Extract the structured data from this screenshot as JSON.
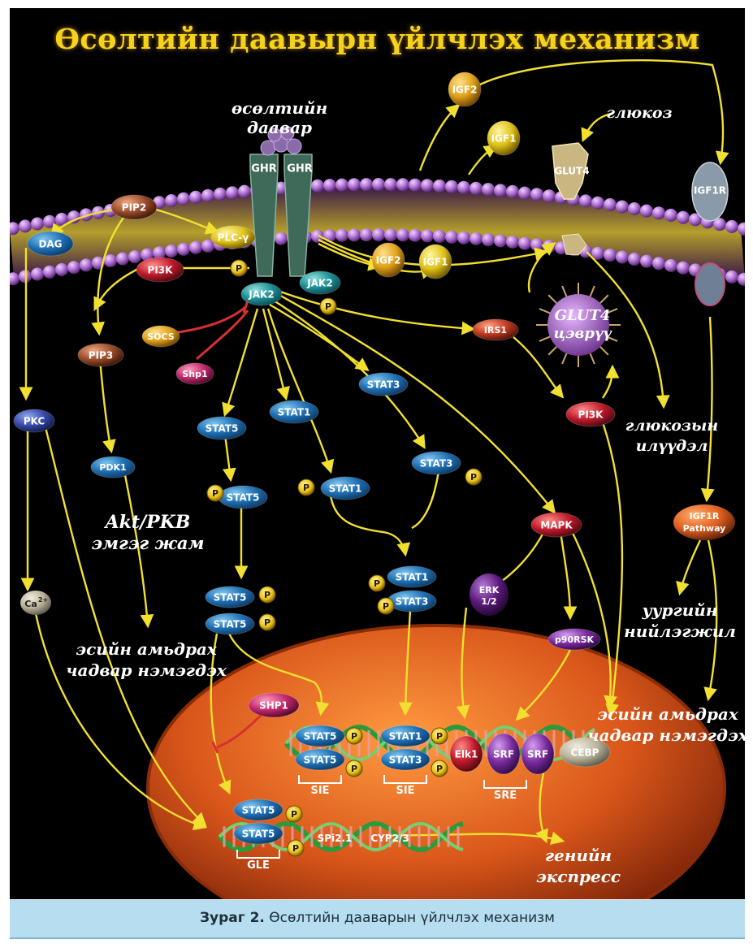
{
  "title": "Өсөлтийн даавырн үйлчлэх механизм",
  "caption": {
    "label": "Зураг 2.",
    "text": "Өсөлтийн дааварын үйлчлэх механизм"
  },
  "colors": {
    "title": "#f5d21c",
    "arrow": "#f2e030",
    "inhibit": "#d83030",
    "membrane": "#a066c8",
    "nucleus": "#d9561a"
  },
  "annotations": {
    "hormone": [
      "өсөлтийн",
      "даавар"
    ],
    "glucose": "глюкоз",
    "glut4_vesicle": [
      "GLUT4",
      "цэврүү"
    ],
    "glucose_transport": [
      "глюкозын",
      "илүүдэл"
    ],
    "akt": [
      "Akt/PKB",
      "эмгэг жам"
    ],
    "survival_left": [
      "эсийн амьдрах",
      "чадвар нэмэгдэх"
    ],
    "differentiation": [
      "уургийн",
      "нийлэгжил"
    ],
    "survival_right": [
      "эсийн амьдрах",
      "чадвар нэмэгдэх"
    ],
    "gene_expression": [
      "генийн",
      "экспресс"
    ]
  },
  "nodes": {
    "ghr1": "GHR",
    "ghr2": "GHR",
    "glut4": "GLUT4",
    "igf1r": "IGF1R",
    "igf2_top": "IGF2",
    "igf1_top": "IGF1",
    "igf2_in": "IGF2",
    "igf1_in": "IGF1",
    "pip2": "PIP2",
    "dag": "DAG",
    "plc": "PLC-γ",
    "pi3k_left": "PI3K",
    "jak2_left": "JAK2",
    "jak2_right": "JAK2",
    "pip3": "PIP3",
    "socs": "SOCS",
    "shp1": "Shp1",
    "pkc": "PKC",
    "pdk1": "PDK1",
    "irs1": "IRS1",
    "stat5_a": "STAT5",
    "stat1_a": "STAT1",
    "stat3_a": "STAT3",
    "pi3k_right": "PI3K",
    "stat5_b": "STAT5",
    "stat1_b": "STAT1",
    "stat3_b": "STAT3",
    "mapk": "MAPK",
    "igf1r_pathway": [
      "IGF1R",
      "Pathway"
    ],
    "ca": "Ca",
    "ca_sup": "2+",
    "stat5_dimer_top": "STAT5",
    "stat5_dimer_bottom": "STAT5",
    "stat1_dimer": "STAT1",
    "stat3_dimer": "STAT3",
    "erk": [
      "ERK",
      "1/2"
    ],
    "p90rsk": "p90RSK",
    "shp1_nuc": "SHP1",
    "nuc_stat5_top": "STAT5",
    "nuc_stat5_bottom": "STAT5",
    "nuc_stat1": "STAT1",
    "nuc_stat3": "STAT3",
    "elk1": "Elk1",
    "srf1": "SRF",
    "srf2": "SRF",
    "cebp": "CEBP",
    "sie1": "SIE",
    "sie2": "SIE",
    "sre": "SRE",
    "gle_stat5_top": "STAT5",
    "gle_stat5_bottom": "STAT5",
    "spi": "SPi2.1",
    "cyp": "CYP2/3",
    "gle": "GLE",
    "p": "P"
  }
}
